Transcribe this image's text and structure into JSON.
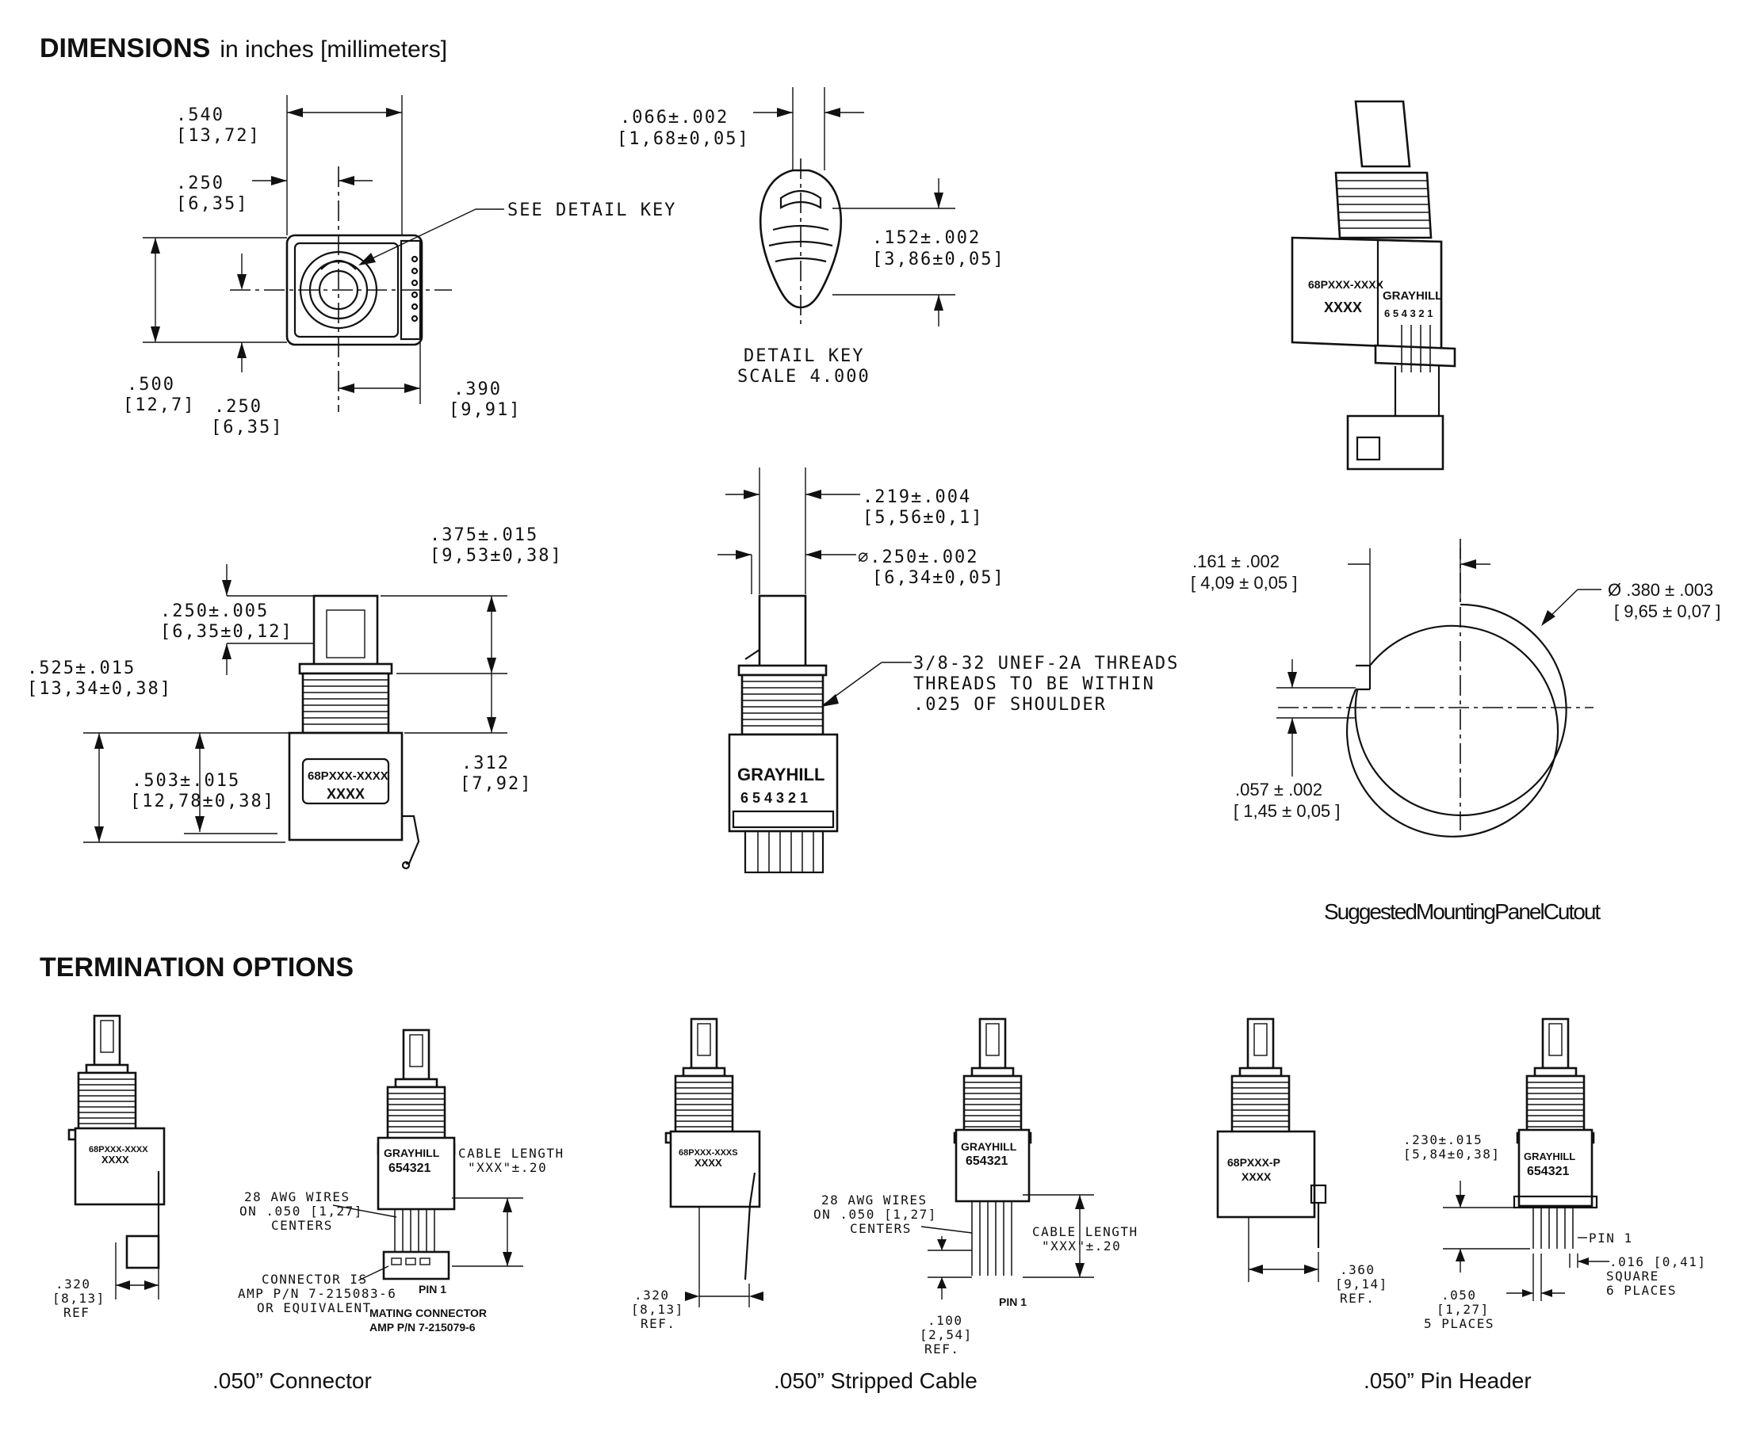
{
  "headings": {
    "dimensions": "DIMENSIONS",
    "dimensions_units": "in inches [millimeters]",
    "termination": "TERMINATION OPTIONS"
  },
  "front_view": {
    "width_in": ".540",
    "width_mm": "[13,72]",
    "key_offset_in": ".250",
    "key_offset_mm": "[6,35]",
    "see_detail": "SEE DETAIL  KEY",
    "height_in": ".500",
    "height_mm": "[12,7]",
    "bottom_in": ".250",
    "bottom_mm": "[6,35]",
    "right_in": ".390",
    "right_mm": "[9,91]"
  },
  "detail_key": {
    "width_in": ".066±.002",
    "width_mm": "[1,68±0,05]",
    "height_in": ".152±.002",
    "height_mm": "[3,86±0,05]",
    "title": "DETAIL  KEY",
    "scale": "SCALE  4.000"
  },
  "side_view": {
    "shaft_len_in": ".375±.015",
    "shaft_len_mm": "[9,53±0,38]",
    "shaft_flat_in": ".250±.005",
    "shaft_flat_mm": "[6,35±0,12]",
    "overall_in": ".525±.015",
    "overall_mm": "[13,34±0,38]",
    "thread_len_in": ".312",
    "thread_len_mm": "[7,92]",
    "body_in": ".503±.015",
    "body_mm": "[12,78±0,38]",
    "label_line1": "68PXXX-XXXX",
    "label_line2": "XXXX"
  },
  "rear_view": {
    "flat_in": ".219±.004",
    "flat_mm": "[5,56±0,1]",
    "shaft_dia_in": "∅.250±.002",
    "shaft_dia_mm": "[6,34±0,05]",
    "thread_note_1": "3/8-32 UNEF-2A THREADS",
    "thread_note_2": "THREADS TO BE WITHIN",
    "thread_note_3": ".025 OF SHOULDER",
    "brand": "GRAYHILL",
    "pins": "6 5 4 3 2 1"
  },
  "iso_view": {
    "label_line1": "68PXXX-XXXX",
    "label_line2": "XXXX",
    "brand": "GRAYHILL",
    "pins": "6 5 4 3 2 1"
  },
  "cutout": {
    "flat_in": ".161 ± .002",
    "flat_mm": "[ 4,09 ± 0,05 ]",
    "dia_in": "Ø .380 ± .003",
    "dia_mm": "[ 9,65 ± 0,07 ]",
    "key_in": ".057 ± .002",
    "key_mm": "[ 1,45 ± 0,05 ]",
    "caption": "SuggestedMountingPanelCutout"
  },
  "options": [
    {
      "caption": ".050” Connector",
      "label_line1": "68PXXX-XXXX",
      "label_line2": "XXXX",
      "brand": "GRAYHILL",
      "pins": "654321",
      "ref_in": ".320",
      "ref_mm": "[8,13]",
      "ref_word": "REF",
      "wires_1": "28 AWG WIRES",
      "wires_2": "ON .050 [1,27]",
      "wires_3": "CENTERS",
      "cable_1": "CABLE LENGTH",
      "cable_2": "\"XXX\"±.20",
      "conn_1": "CONNECTOR IS",
      "conn_2": "AMP P/N 7-215083-6",
      "conn_3": "OR EQUIVALENT",
      "pin1": "PIN 1",
      "mating_1": "MATING CONNECTOR",
      "mating_2": "AMP P/N 7-215079-6"
    },
    {
      "caption": ".050” Stripped Cable",
      "label_line1": "68PXXX-XXXS",
      "label_line2": "XXXX",
      "brand": "GRAYHILL",
      "pins": "654321",
      "ref_in": ".320",
      "ref_mm": "[8,13]",
      "ref_word": "REF.",
      "wires_1": "28 AWG WIRES",
      "wires_2": "ON .050 [1,27]",
      "wires_3": "CENTERS",
      "cable_1": "CABLE LENGTH",
      "cable_2": "\"XXX\"±.20",
      "pin1": "PIN 1",
      "strip_in": ".100",
      "strip_mm": "[2,54]",
      "strip_word": "REF."
    },
    {
      "caption": ".050” Pin Header",
      "label_line1": "68PXXX-P",
      "label_line2": "XXXX",
      "brand": "GRAYHILL",
      "pins": "654321",
      "ref_in": ".360",
      "ref_mm": "[9,14]",
      "ref_word": "REF.",
      "pin_len_in": ".230±.015",
      "pin_len_mm": "[5,84±0,38]",
      "pin1": "PIN 1",
      "sq_in": ".016 [0,41]",
      "sq_word": "SQUARE",
      "sq_places": "6 PLACES",
      "pitch_in": ".050",
      "pitch_mm": "[1,27]",
      "pitch_places": "5 PLACES"
    }
  ]
}
